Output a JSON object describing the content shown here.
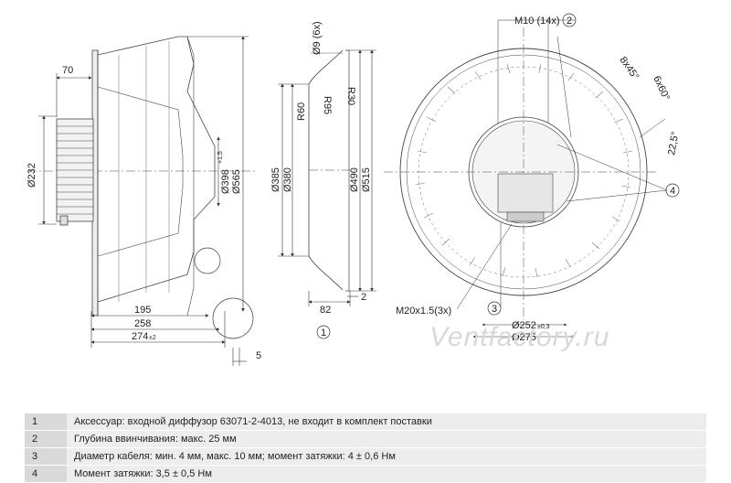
{
  "watermark": "Ventfactory.ru",
  "side_view": {
    "d_232": "Ø232",
    "d_398": "Ø398",
    "d_398_tol": "+1,5",
    "d_565": "Ø565",
    "l_70": "70",
    "l_195": "195",
    "l_258": "258",
    "l_274": "274",
    "l_274_tol": "±2",
    "l_5": "5"
  },
  "diffuser": {
    "d_9": "Ø9 (6x)",
    "r_60": "R60",
    "r_95": "R95",
    "r_30": "R30",
    "d_385": "Ø385",
    "d_380": "Ø380",
    "d_490": "Ø490",
    "d_515": "Ø515",
    "l_82": "82",
    "l_2": "2",
    "callout": "1"
  },
  "front_view": {
    "m10": "M10 (14x)",
    "callout_2": "2",
    "a_8x45": "8x45°",
    "a_6x60": "6x60°",
    "a_22_5": "22,5°",
    "callout_4": "4",
    "m20": "M20x1.5(3x)",
    "callout_3": "3",
    "d_252": "Ø252",
    "d_252_tol": "±0,3",
    "d_275": "Ø275"
  },
  "notes": [
    {
      "num": "1",
      "text": "Аксессуар: входной диффузор 63071-2-4013, не входит в комплект поставки"
    },
    {
      "num": "2",
      "text": "Глубина ввинчивания: макс. 25 мм"
    },
    {
      "num": "3",
      "text": "Диаметр кабеля: мин. 4 мм, макс. 10 мм; момент затяжки: 4 ± 0,6 Нм"
    },
    {
      "num": "4",
      "text": "Момент затяжки: 3,5 ± 0,5 Нм"
    }
  ]
}
